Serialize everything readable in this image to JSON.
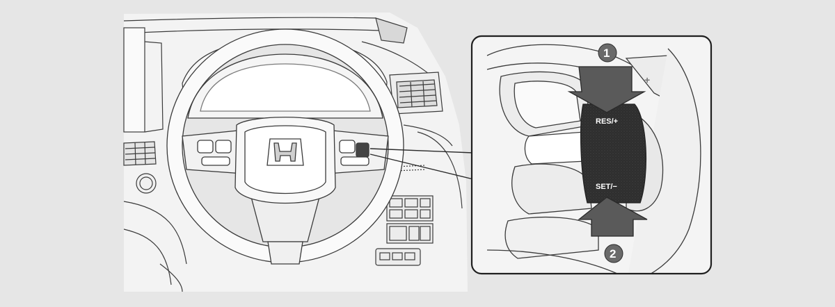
{
  "illustration": {
    "subject": "steering-wheel-cruise-control",
    "callouts": [
      {
        "number": "1",
        "button_label": "RES/+"
      },
      {
        "number": "2",
        "button_label": "SET/−"
      }
    ],
    "paddle_label": "+"
  },
  "colors": {
    "background": "#e6e6e6",
    "line": "#3a3a3a",
    "highlight": "#444444",
    "callout_fill": "#5a5a5a"
  }
}
